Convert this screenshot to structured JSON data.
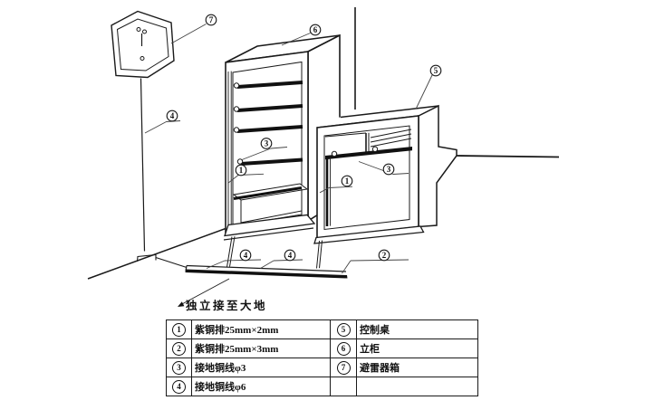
{
  "diagram": {
    "ground_note": "独立接至大地",
    "callouts": {
      "c1": "1",
      "c2": "2",
      "c3": "3",
      "c4": "4",
      "c5": "5",
      "c6": "6",
      "c7": "7"
    }
  },
  "legend": {
    "rows": [
      {
        "num": "1",
        "desc": "紫铜排25mm×2mm",
        "num2": "5",
        "desc2": "控制桌"
      },
      {
        "num": "2",
        "desc": "紫铜排25mm×3mm",
        "num2": "6",
        "desc2": "立柜"
      },
      {
        "num": "3",
        "desc": "接地铜线φ3",
        "num2": "7",
        "desc2": "避雷器箱"
      },
      {
        "num": "4",
        "desc": "接地铜线φ6",
        "num2": "",
        "desc2": ""
      }
    ]
  }
}
